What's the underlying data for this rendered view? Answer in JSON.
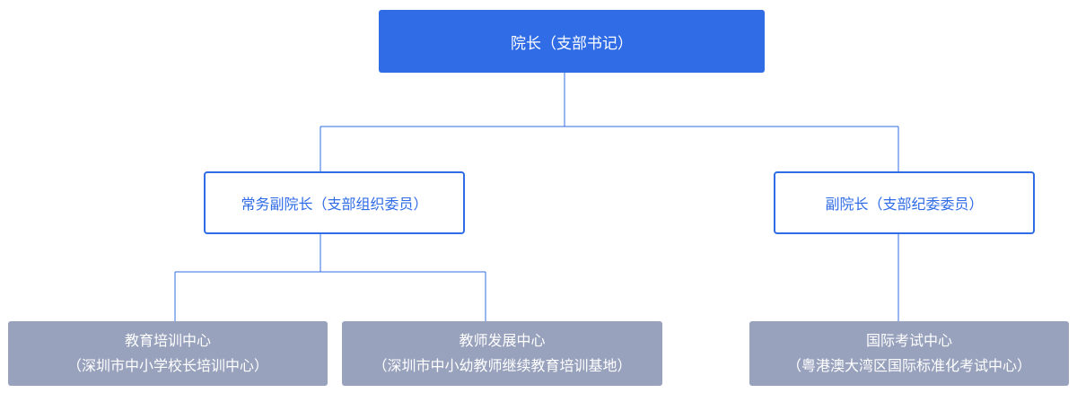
{
  "org_chart": {
    "top": {
      "label": "院长（支部书记）"
    },
    "left_deputy": {
      "label": "常务副院长（支部组织委员）"
    },
    "right_deputy": {
      "label": "副院长（支部纪委委员）"
    },
    "centers": [
      {
        "name": "教育培训中心",
        "sub": "（深圳市中小学校长培训中心）"
      },
      {
        "name": "教师发展中心",
        "sub": "（深圳市中小幼教师继续教育培训基地）"
      },
      {
        "name": "国际考试中心",
        "sub": "（粤港澳大湾区国际标准化考试中心）"
      }
    ]
  },
  "colors": {
    "primary": "#2f6ce6",
    "center_fill": "#98a2bd",
    "connector": "#2f6ce6"
  }
}
